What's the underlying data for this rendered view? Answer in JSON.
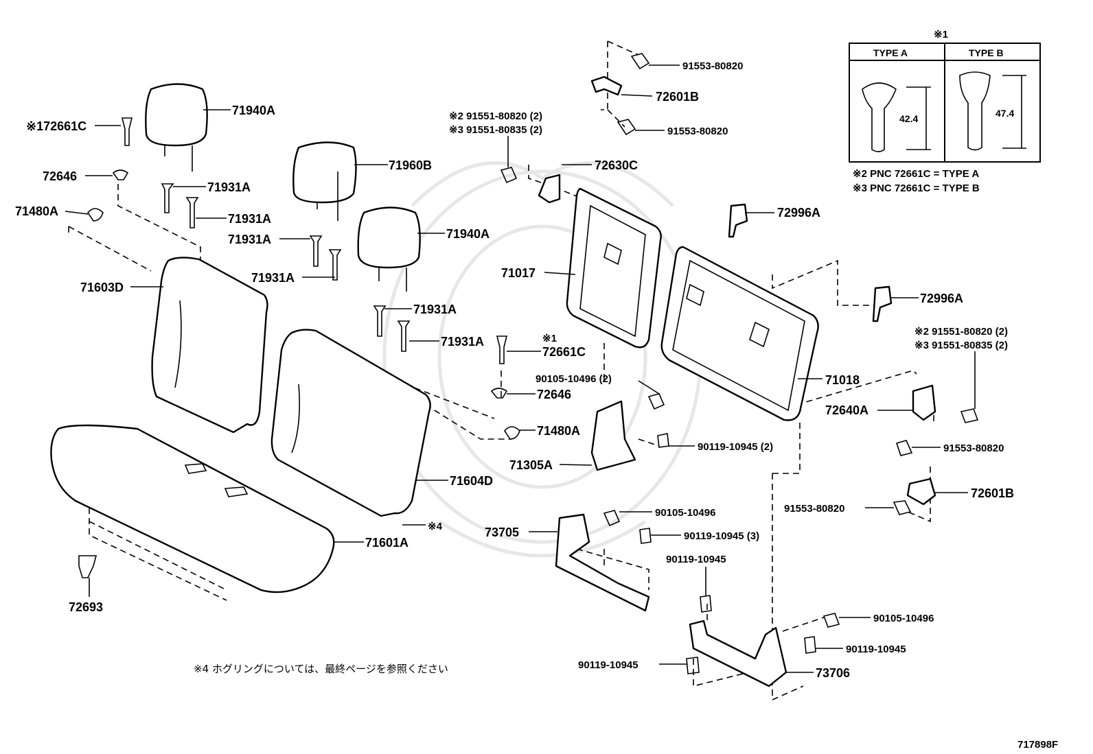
{
  "diagram_id": "717898F",
  "footnote": "※4 ホグリングについては、最終ページを参照ください",
  "type_table": {
    "marker": "※1",
    "col_a": "TYPE A",
    "col_b": "TYPE B",
    "dim_a": "42.4",
    "dim_b": "47.4",
    "note_2": "※2 PNC 72661C = TYPE A",
    "note_3": "※3 PNC 72661C = TYPE B"
  },
  "labels": {
    "p71940a_1": "71940A",
    "p72661c_1": "※172661C",
    "p72646_1": "72646",
    "p71931a_1": "71931A",
    "p71931a_2": "71931A",
    "p71480a_1": "71480A",
    "p71960b": "71960B",
    "p71931a_3": "71931A",
    "p71931a_4": "71931A",
    "p71940a_2": "71940A",
    "p71603d": "71603D",
    "p71931a_5": "71931A",
    "p71931a_6": "71931A",
    "p72661c_2_mark": "※1",
    "p72661c_2": "72661C",
    "p72646_2": "72646",
    "p71480a_2": "71480A",
    "p71604d": "71604D",
    "p_hog": "※4",
    "p71601a": "71601A",
    "p72693": "72693",
    "b91553_1": "91553-80820",
    "p72601b_1": "72601B",
    "b91553_2": "91553-80820",
    "b91551_a": "※2 91551-80820 (2)",
    "b91551_b": "※3 91551-80835 (2)",
    "p72630c": "72630C",
    "p72996a_1": "72996A",
    "p71017": "71017",
    "p72996a_2": "72996A",
    "b91551_c": "※2 91551-80820 (2)",
    "b91551_d": "※3 91551-80835 (2)",
    "p71018": "71018",
    "b90105_1": "90105-10496 (2)",
    "p72640a": "72640A",
    "b90119_1": "90119-10945 (2)",
    "p71305a": "71305A",
    "b91553_3": "91553-80820",
    "p72601b_2": "72601B",
    "b91553_4": "91553-80820",
    "b90105_2": "90105-10496",
    "p73705": "73705",
    "b90119_2": "90119-10945 (3)",
    "b90119_3": "90119-10945",
    "b90105_3": "90105-10496",
    "b90119_4": "90119-10945",
    "b90119_5": "90119-10945",
    "p73706": "73706"
  }
}
